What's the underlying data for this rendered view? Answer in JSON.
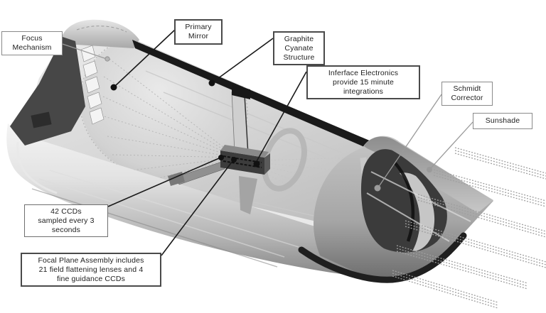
{
  "figure": {
    "type": "labeled-technical-cutaway-diagram",
    "background": "#ffffff"
  },
  "colors": {
    "outline_dark": "#161616",
    "cut_face_dark": "#474747",
    "sunshade_interior": "#3b3b3b",
    "body_light": "#f2f2f2",
    "body_mid": "#9a9a9a",
    "leader_dark": "#1a1a1a",
    "leader_gray": "#9a9a9a",
    "box_border_dark": "#4a4a4a",
    "box_border_light": "#8a8a8a",
    "label_text": "#1e1e1e"
  },
  "callouts": {
    "focus_mechanism": {
      "l1": "Focus",
      "l2": "Mechanism"
    },
    "primary_mirror": {
      "l1": "Primary",
      "l2": "Mirror"
    },
    "graphite_structure": {
      "l1": "Graphite",
      "l2": "Cyanate",
      "l3": "Structure"
    },
    "interface_electronics": {
      "l1": "Inferface Electronics",
      "l2": "provide 15 minute",
      "l3": "integrations"
    },
    "schmidt_corrector": {
      "l1": "Schmidt",
      "l2": "Corrector"
    },
    "sunshade": {
      "l1": "Sunshade"
    },
    "ccds": {
      "l1": "42 CCDs",
      "l2": "sampled every 3",
      "l3": "seconds"
    },
    "focal_plane": {
      "l1": "Focal Plane Assembly includes",
      "l2": "21 field flattening lenses and 4",
      "l3": "fine guidance CCDs"
    }
  }
}
